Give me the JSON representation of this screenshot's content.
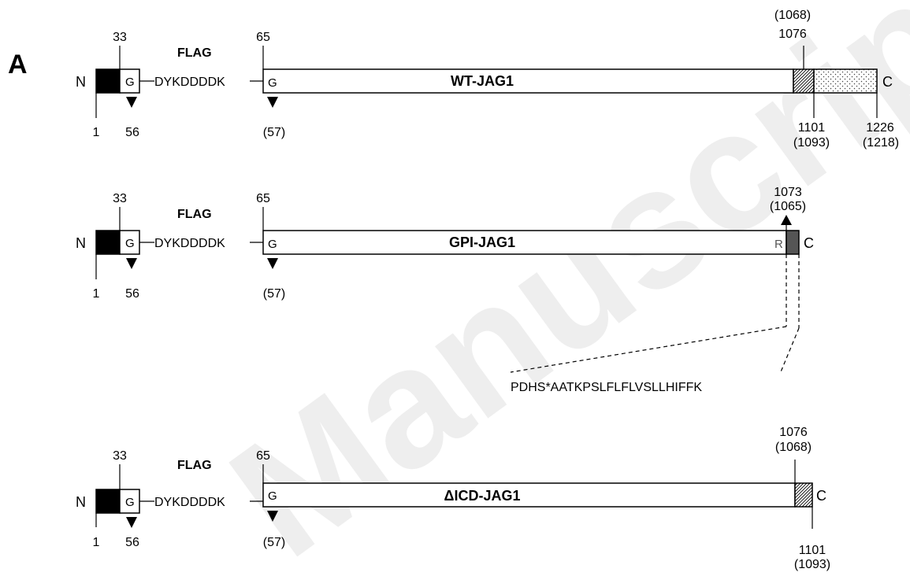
{
  "panel_label": "A",
  "watermark": "Manuscript",
  "constructs": [
    {
      "name": "WT-JAG1",
      "n_label": "N",
      "c_label": "C",
      "flag_label": "FLAG",
      "flag_seq": "DYKDDDDK",
      "g1": "G",
      "g2": "G",
      "pos_33": "33",
      "pos_65": "65",
      "pos_1": "1",
      "pos_56": "56",
      "pos_57": "(57)",
      "tm_top_1": "(1068)",
      "tm_top_2": "1076",
      "tm_bot_1": "1101",
      "tm_bot_2": "(1093)",
      "end_1": "1226",
      "end_2": "(1218)"
    },
    {
      "name": "GPI-JAG1",
      "n_label": "N",
      "c_label": "C",
      "flag_label": "FLAG",
      "flag_seq": "DYKDDDDK",
      "g1": "G",
      "g2": "G",
      "pos_33": "33",
      "pos_65": "65",
      "pos_1": "1",
      "pos_56": "56",
      "pos_57": "(57)",
      "r_label": "R",
      "gpi_1": "1073",
      "gpi_2": "(1065)",
      "gpi_seq": "PDHS*AATKPSLFLFLVSLLHIFFK"
    },
    {
      "name": "ΔICD-JAG1",
      "n_label": "N",
      "c_label": "C",
      "flag_label": "FLAG",
      "flag_seq": "DYKDDDDK",
      "g1": "G",
      "g2": "G",
      "pos_33": "33",
      "pos_65": "65",
      "pos_1": "1",
      "pos_56": "56",
      "pos_57": "(57)",
      "tm_top_1": "1076",
      "tm_top_2": "(1068)",
      "tm_bot_1": "1101",
      "tm_bot_2": "(1093)"
    }
  ]
}
